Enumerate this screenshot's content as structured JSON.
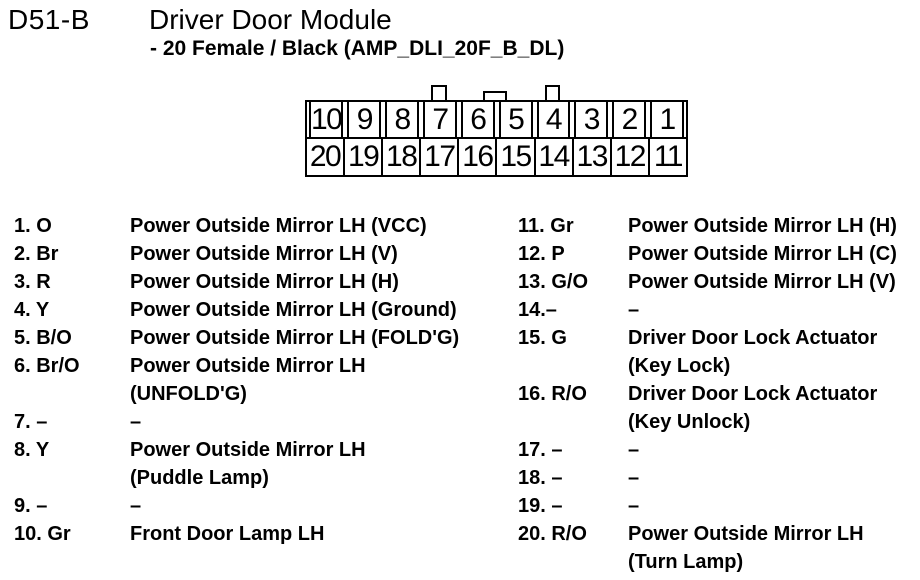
{
  "header": {
    "connector_id": "D51-B",
    "title": "Driver Door Module",
    "subtitle": "- 20 Female / Black (AMP_DLI_20F_B_DL)"
  },
  "connector": {
    "top_row": [
      "10",
      "9",
      "8",
      "7",
      "6",
      "5",
      "4",
      "3",
      "2",
      "1"
    ],
    "bottom_row": [
      "20",
      "19",
      "18",
      "17",
      "16",
      "15",
      "14",
      "13",
      "12",
      "11"
    ]
  },
  "pins_left": [
    {
      "label": "1. O",
      "desc_lines": [
        "Power Outside Mirror LH (VCC)"
      ]
    },
    {
      "label": "2. Br",
      "desc_lines": [
        "Power Outside Mirror LH (V)"
      ]
    },
    {
      "label": "3. R",
      "desc_lines": [
        "Power Outside Mirror LH (H)"
      ]
    },
    {
      "label": "4. Y",
      "desc_lines": [
        "Power Outside Mirror LH (Ground)"
      ]
    },
    {
      "label": "5. B/O",
      "desc_lines": [
        "Power Outside Mirror LH (FOLD'G)"
      ]
    },
    {
      "label": "6. Br/O",
      "desc_lines": [
        "Power Outside Mirror LH",
        "(UNFOLD'G)"
      ]
    },
    {
      "label": "7. –",
      "desc_lines": [
        "–"
      ]
    },
    {
      "label": "8. Y",
      "desc_lines": [
        "Power Outside Mirror LH",
        "(Puddle Lamp)"
      ]
    },
    {
      "label": "9. –",
      "desc_lines": [
        "–"
      ]
    },
    {
      "label": "10. Gr",
      "desc_lines": [
        "Front Door Lamp LH"
      ]
    }
  ],
  "pins_right": [
    {
      "label": "11. Gr",
      "desc_lines": [
        "Power Outside Mirror LH (H)"
      ]
    },
    {
      "label": "12. P",
      "desc_lines": [
        "Power Outside Mirror LH (C)"
      ]
    },
    {
      "label": "13. G/O",
      "desc_lines": [
        "Power Outside Mirror LH (V)"
      ]
    },
    {
      "label": "14.–",
      "desc_lines": [
        "–"
      ]
    },
    {
      "label": "15. G",
      "desc_lines": [
        "Driver Door Lock Actuator",
        "(Key Lock)"
      ]
    },
    {
      "label": "16. R/O",
      "desc_lines": [
        "Driver Door Lock Actuator",
        "(Key Unlock)"
      ]
    },
    {
      "label": "17. –",
      "desc_lines": [
        "–"
      ]
    },
    {
      "label": "18. –",
      "desc_lines": [
        "–"
      ]
    },
    {
      "label": "19. –",
      "desc_lines": [
        "–"
      ]
    },
    {
      "label": "20. R/O",
      "desc_lines": [
        "Power Outside Mirror LH",
        "(Turn Lamp)"
      ]
    }
  ],
  "colors": {
    "ink": "#000000",
    "background": "#ffffff"
  }
}
